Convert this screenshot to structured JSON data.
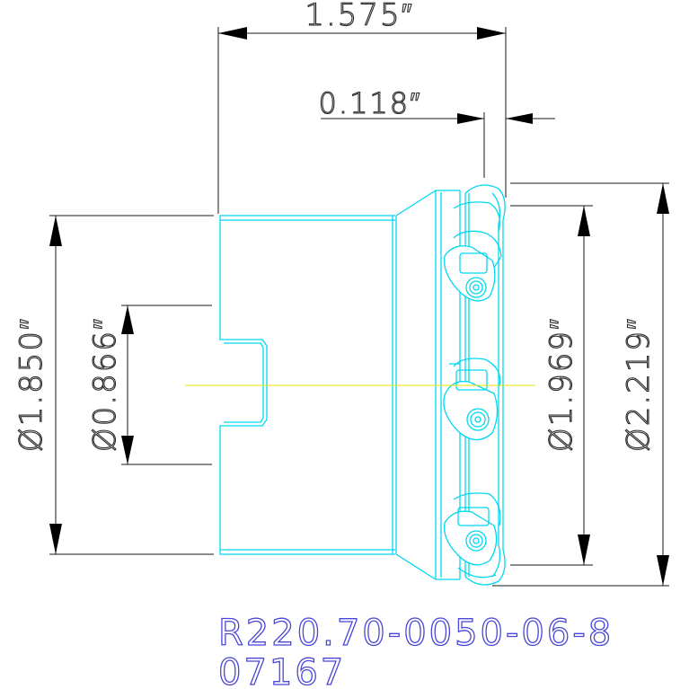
{
  "dimensions": {
    "overall_length": "1.575″",
    "insert_offset": "0.118″",
    "shank_diameter": "Ø1.850″",
    "bore_diameter": "Ø0.866″",
    "pitch_diameter": "Ø1.969″",
    "cutting_diameter": "Ø2.219″"
  },
  "part": {
    "designation": "R220.70-0050-06-8",
    "code": "07167"
  },
  "colors": {
    "outline": "#00d8f0",
    "centerline": "#e6e600",
    "dimension": "#000000",
    "part_text": "#4a46d8"
  }
}
